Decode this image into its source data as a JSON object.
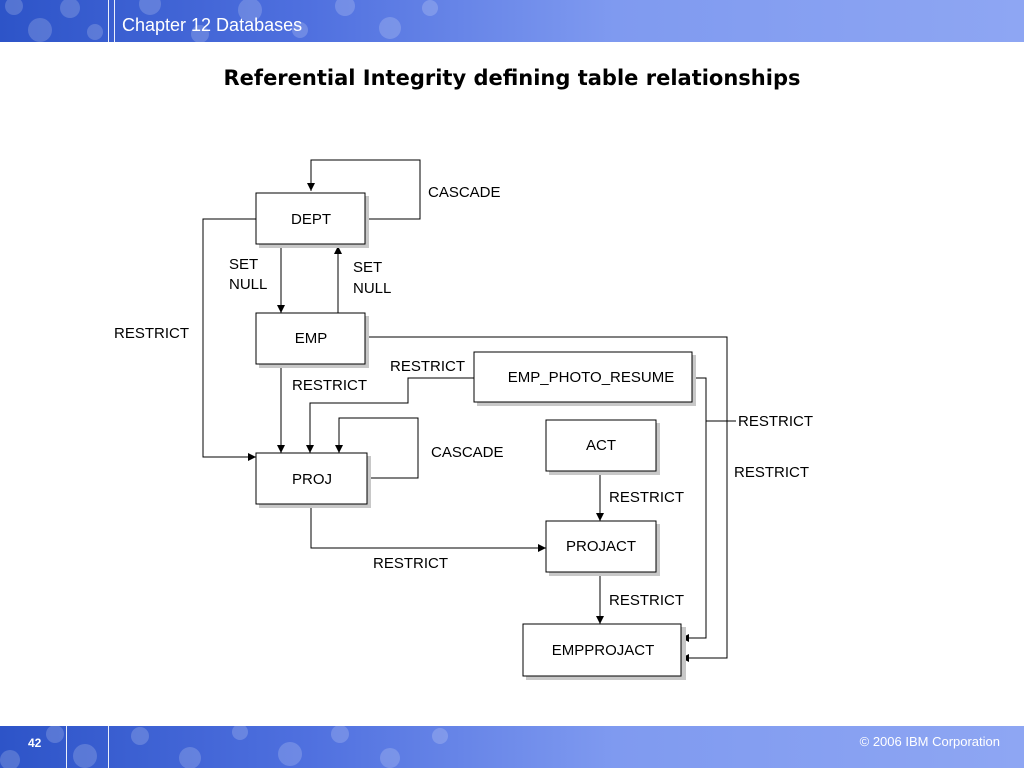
{
  "header": {
    "chapter_title": "Chapter 12 Databases"
  },
  "slide": {
    "title": "Referential Integrity defining table relationships"
  },
  "footer": {
    "page_number": "42",
    "copyright": "© 2006 IBM Corporation"
  },
  "diagram": {
    "nodes": {
      "dept": "DEPT",
      "emp": "EMP",
      "emp_photo_resume": "EMP_PHOTO_RESUME",
      "proj": "PROJ",
      "act": "ACT",
      "projact": "PROJACT",
      "empprojact": "EMPPROJACT"
    },
    "edge_labels": {
      "dept_self": "CASCADE",
      "dept_emp_line1": "SET",
      "dept_emp_line2": "NULL",
      "emp_dept_line1": "SET",
      "emp_dept_line2": "NULL",
      "dept_proj": "RESTRICT",
      "emp_proj": "RESTRICT",
      "photo_proj": "RESTRICT",
      "proj_self": "CASCADE",
      "emp_empprojact_upper": "RESTRICT",
      "emp_empprojact_lower": "RESTRICT",
      "act_projact": "RESTRICT",
      "proj_projact": "RESTRICT",
      "projact_empprojact": "RESTRICT"
    }
  }
}
